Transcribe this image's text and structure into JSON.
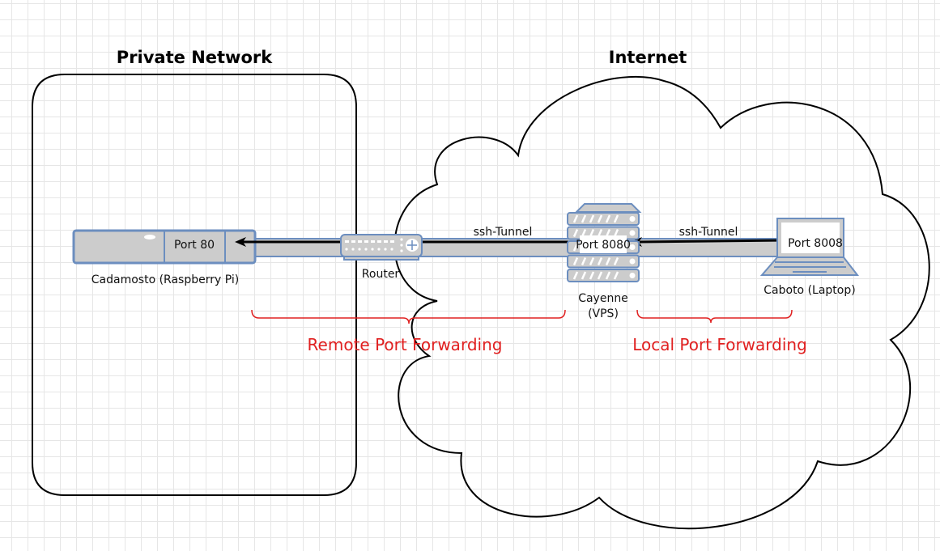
{
  "zones": {
    "private_network": {
      "title": "Private Network"
    },
    "internet": {
      "title": "Internet"
    }
  },
  "nodes": {
    "raspberry_pi": {
      "label": "Cadamosto (Raspberry Pi)",
      "port": "Port 80",
      "icon": "server-rack-icon"
    },
    "router": {
      "label": "Router",
      "icon": "router-icon"
    },
    "vps": {
      "label_line1": "Cayenne",
      "label_line2": "(VPS)",
      "port": "Port 8080",
      "icon": "server-stack-icon"
    },
    "laptop": {
      "label": "Caboto (Laptop)",
      "port": "Port 8008",
      "icon": "laptop-icon"
    }
  },
  "connections": [
    {
      "label": "ssh-Tunnel",
      "from": "vps",
      "to": "raspberry_pi"
    },
    {
      "label": "ssh-Tunnel",
      "from": "laptop",
      "to": "vps"
    }
  ],
  "annotations": {
    "remote": "Remote Port Forwarding",
    "local": "Local Port Forwarding"
  },
  "colors": {
    "device_fill": "#cccccc",
    "device_stroke": "#6c8ebf",
    "annotation": "#e02020",
    "line": "#000000"
  }
}
